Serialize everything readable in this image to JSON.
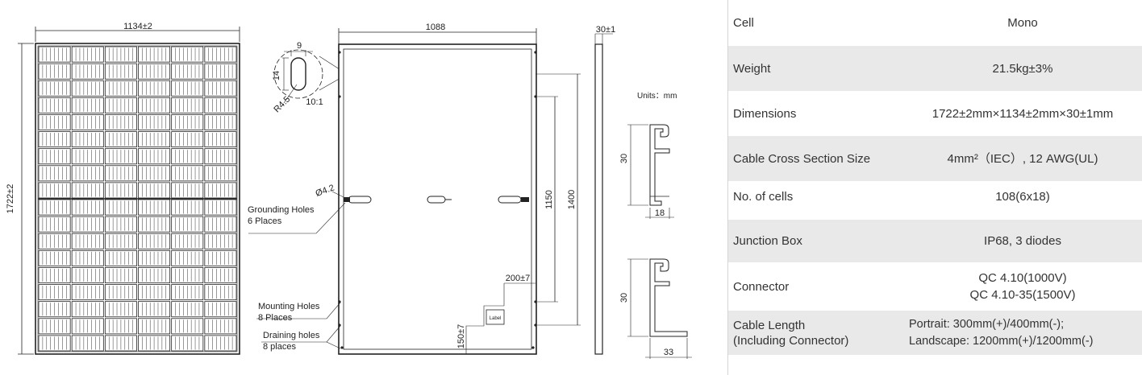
{
  "drawing": {
    "front_width": "1134±2",
    "front_height": "1722±2",
    "back_width": "1088",
    "thickness": "30±1",
    "slot_width": "9",
    "slot_height": "14",
    "slot_radius": "R4.5",
    "detail_scale": "10:1",
    "hole_diameter": "Ø4.2",
    "grounding_line1": "Grounding Holes",
    "grounding_line2": "6 Places",
    "mounting_line1": "Mounting Holes",
    "mounting_line2": "8 Places",
    "draining_line1": "Draining holes",
    "draining_line2": "8 places",
    "dim_1150": "1150",
    "dim_1400": "1400",
    "dim_200": "200±7",
    "dim_150": "150±7",
    "label_box": "Label",
    "units": "Units：mm",
    "frame_height_top": "30",
    "frame_width_top": "18",
    "frame_height_bottom": "30",
    "frame_width_bottom": "33"
  },
  "specs": [
    {
      "label": "Cell",
      "value": [
        "Mono"
      ]
    },
    {
      "label": "Weight",
      "value": [
        "21.5kg±3%"
      ]
    },
    {
      "label": "Dimensions",
      "value": [
        "1722±2mm×1134±2mm×30±1mm"
      ]
    },
    {
      "label": "Cable Cross Section Size",
      "value": [
        "4mm²（IEC）, 12 AWG(UL)"
      ]
    },
    {
      "label": "No. of cells",
      "value": [
        "108(6x18)"
      ]
    },
    {
      "label": "Junction Box",
      "value": [
        "IP68, 3 diodes"
      ]
    },
    {
      "label": "Connector",
      "value": [
        "QC 4.10(1000V)",
        "QC 4.10-35(1500V)"
      ]
    },
    {
      "label": "Cable Length\n(Including Connector)",
      "value": [
        "Portrait: 300mm(+)/400mm(-);",
        "Landscape: 1200mm(+)/1200mm(-)"
      ]
    }
  ]
}
